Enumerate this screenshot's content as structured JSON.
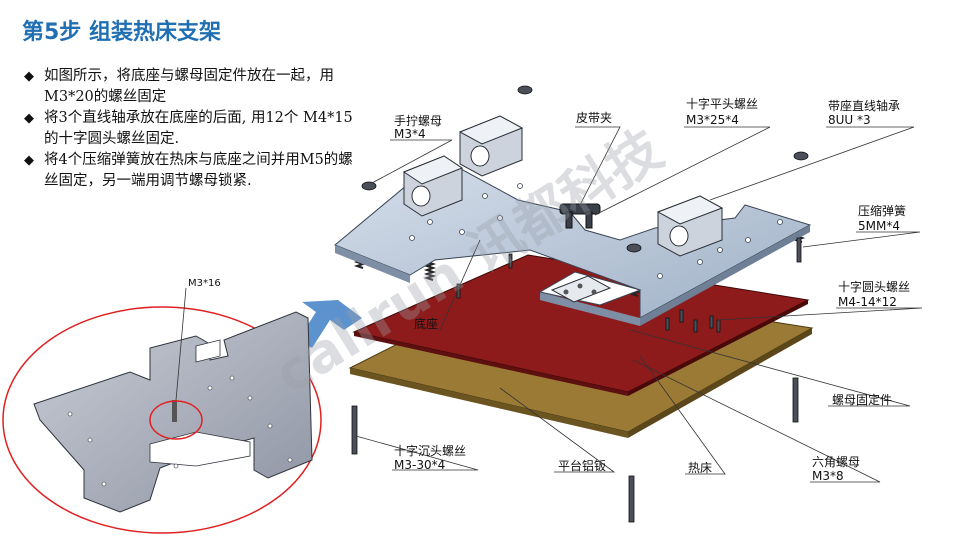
{
  "title": "第5步 组装热床支架",
  "steps": [
    "如图所示，将底座与螺母固定件放在一起，用M3*20的螺丝固定",
    "将3个直线轴承放在底座的后面, 用12个 M4*15的十字圆头螺丝固定.",
    "将4个压缩弹簧放在热床与底座之间并用M5的螺丝固定，另一端用调节螺母锁紧."
  ],
  "bullet_icon": "diamond-icon",
  "labels": {
    "hand_nut_name": "手拧螺母",
    "hand_nut_spec": "M3*4",
    "belt_clip": "皮带夹",
    "flat_screw_name": "十字平头螺丝",
    "flat_screw_spec": "M3*25*4",
    "bearing_name": "带座直线轴承",
    "bearing_spec": "8UU *3",
    "spring_name": "压缩弹簧",
    "spring_spec": "5MM*4",
    "round_screw_name": "十字圆头螺丝",
    "round_screw_spec": "M4-14*12",
    "nut_holder": "螺母固定件",
    "base": "底座",
    "countersunk_name": "十字沉头螺丝",
    "countersunk_spec": "M3-30*4",
    "aluminum_plate": "平台铝钣",
    "heatbed": "热床",
    "hex_nut_name": "六角螺母",
    "hex_nut_spec": "M3*8",
    "inset_screw": "M3*16"
  },
  "watermark": "callrun 讯都科技",
  "colors": {
    "title": "#1f6fb2",
    "heatbed": "#8b1a1a",
    "aluminum": "#8a6a2a",
    "bracket": "#b8c6d8",
    "arrow": "#4a86c8",
    "inset_circle": "#e02020"
  }
}
